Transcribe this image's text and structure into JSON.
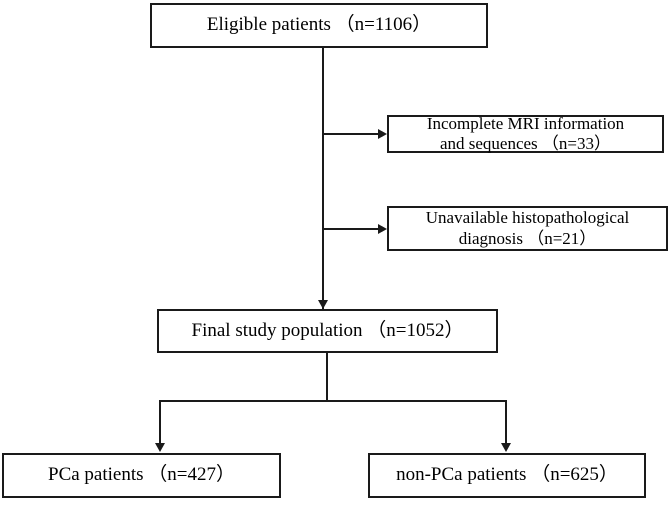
{
  "figure": {
    "type": "flowchart",
    "orientation": "top-down",
    "background_color": "#ffffff",
    "line_color": "#1a1a1a",
    "text_color": "#000000"
  },
  "nodes": {
    "eligible": {
      "label": "Eligible patients  （n=1106）",
      "count": 1106
    },
    "excluded_incomplete_mri": {
      "label": "Incomplete MRI information\nand sequences  （n=33）",
      "count": 33
    },
    "excluded_unavailable_histopathology": {
      "label": "Unavailable histopathological\ndiagnosis   （n=21）",
      "count": 21
    },
    "final_population": {
      "label": "Final study population  （n=1052）",
      "count": 1052
    },
    "pca": {
      "label": "PCa patients  （n=427）",
      "count": 427
    },
    "non_pca": {
      "label": "non-PCa patients  （n=625）",
      "count": 625
    }
  },
  "edges": [
    {
      "from": "eligible",
      "to": "final_population",
      "style": "arrow-down"
    },
    {
      "from": "eligible",
      "to": "excluded_incomplete_mri",
      "style": "arrow-right"
    },
    {
      "from": "eligible",
      "to": "excluded_unavailable_histopathology",
      "style": "arrow-right"
    },
    {
      "from": "final_population",
      "to": "pca",
      "style": "arrow-down"
    },
    {
      "from": "final_population",
      "to": "non_pca",
      "style": "arrow-down"
    }
  ]
}
